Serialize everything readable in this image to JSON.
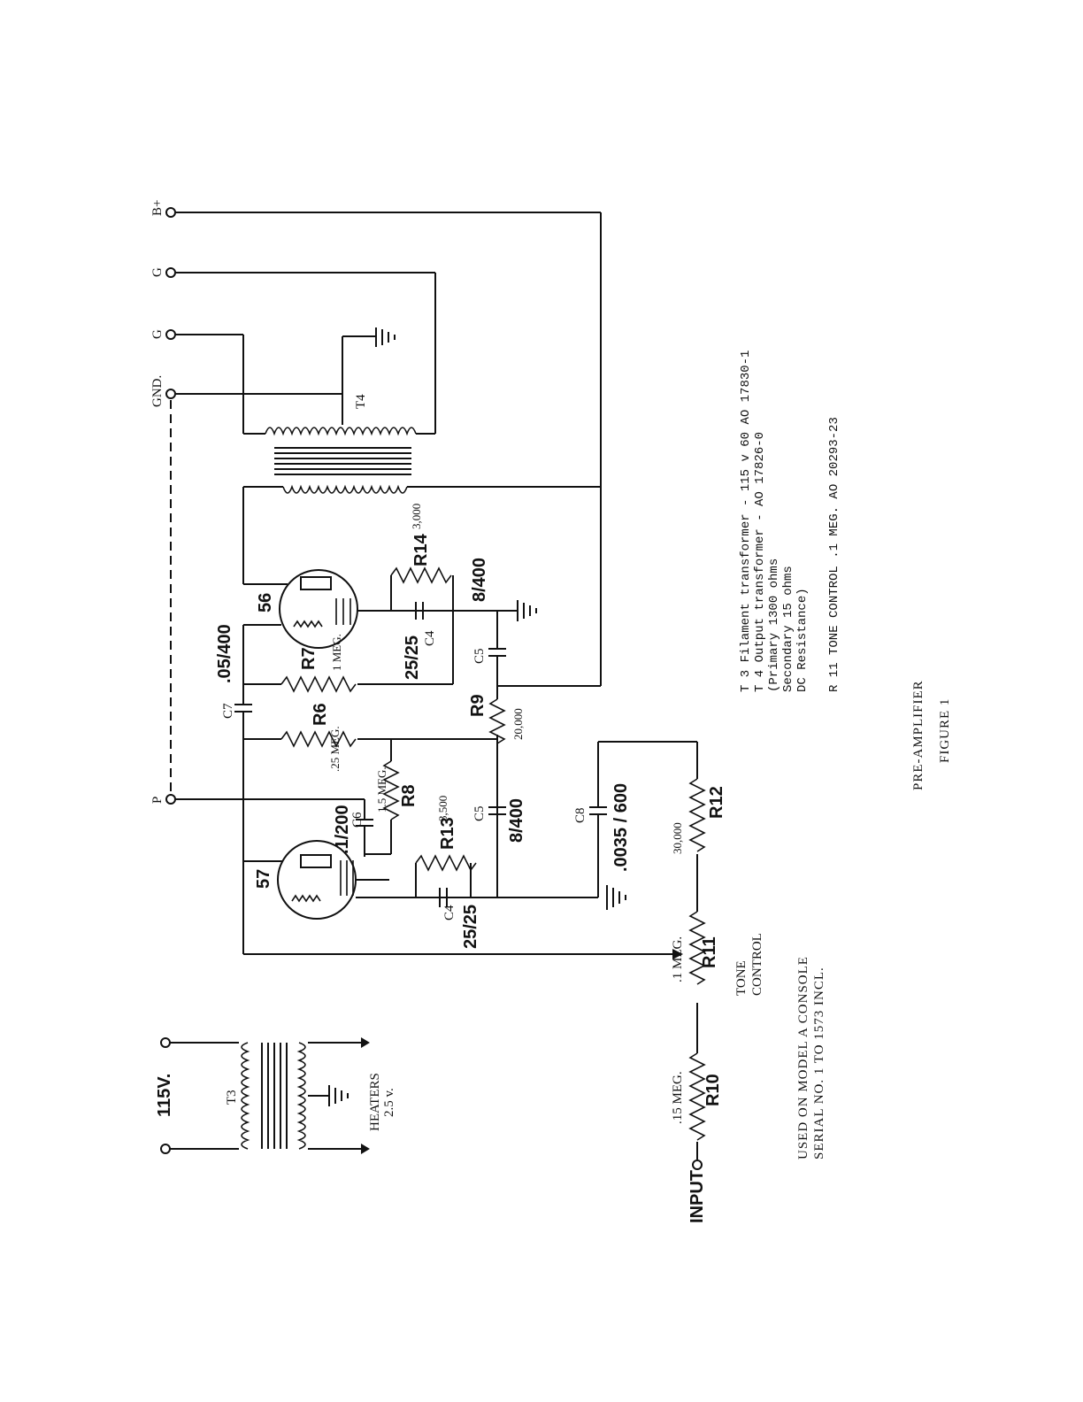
{
  "terminals": {
    "bplus": "B+",
    "g1": "G",
    "g2": "G",
    "gnd": "GND.",
    "p": "P",
    "input": "INPUT",
    "mains": "115V.",
    "heaters": "HEATERS",
    "heaters_v": "2.5 v."
  },
  "transformers": {
    "t3": "T3",
    "t4": "T4"
  },
  "tubes": {
    "v56": "56",
    "v57": "57"
  },
  "components": {
    "r14": "R14",
    "r14_val": "3,000",
    "c4_top": "C4",
    "c4_top_val": "25/25",
    "c5_top": "C5",
    "c5_top_val": "8/400",
    "c7": "C7",
    "c7_val": ".05/400",
    "r7": "R7",
    "r7_val": "1 MEG.",
    "r6": "R6",
    "r6_val": ".25 MEG.",
    "r9": "R9",
    "r9_val": "20,000",
    "r8": "R8",
    "r8_val": "1.5 MEG.",
    "c6": "C6",
    "c6_val": ".1/200",
    "r13": "R13",
    "r13_val": "3,500",
    "c5_bot": "C5",
    "c5_bot_val": "8/400",
    "c8": "C8",
    "c8_val": ".0035 / 600",
    "c4_bot": "C4",
    "c4_bot_val": "25/25",
    "r12": "R12",
    "r12_val": "30,000",
    "r11": "R11",
    "r11_val": ".1 MEG.",
    "tone": "TONE",
    "control": "CONTROL",
    "r10": "R10",
    "r10_val": ".15 MEG."
  },
  "legend": {
    "line1": "T 3   Filament transformer - 115 v 60 AO 17830-1",
    "line2": "T 4       Output transformer -          AO 17826-0",
    "line3": "          (Primary 1300 ohms",
    "line4": "           Secondary 15 ohms",
    "line5": "           DC Resistance)",
    "line6": "R 11    TONE CONTROL  .1 MEG.  AO 20293-23"
  },
  "note": {
    "line1": "USED ON MODEL A CONSOLE",
    "line2": "SERIAL NO. 1 TO 1573 INCL."
  },
  "caption": {
    "title": "PRE-AMPLIFIER",
    "figure": "FIGURE 1"
  }
}
